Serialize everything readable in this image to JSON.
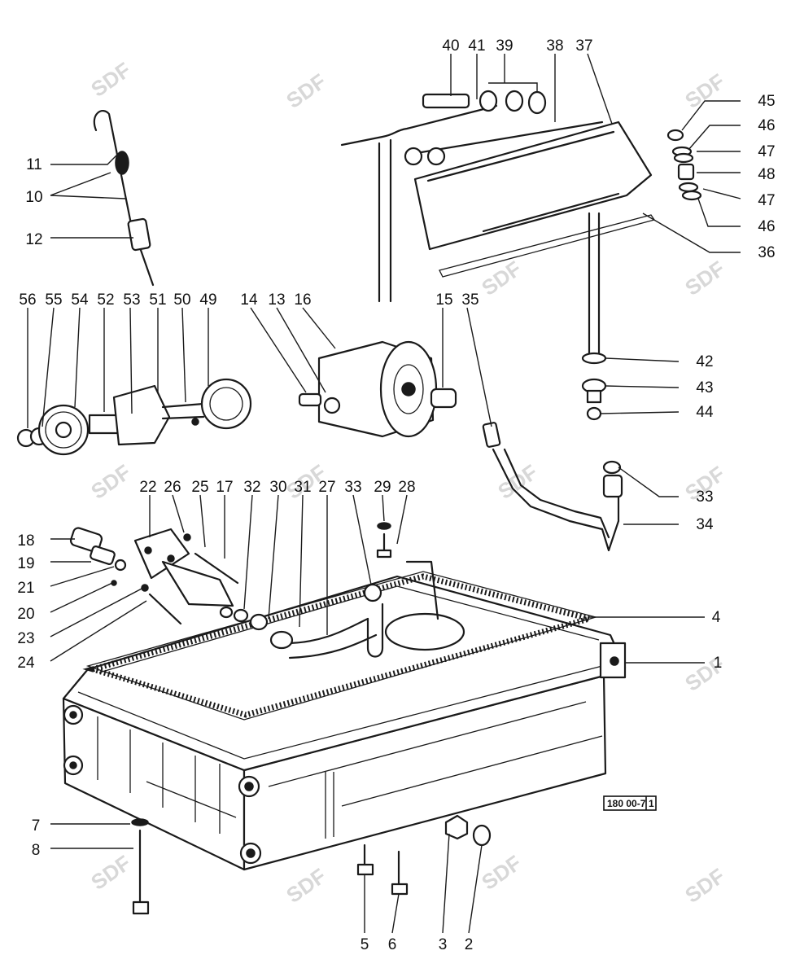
{
  "watermark_text": "SDF",
  "reference": {
    "code": "180 00-7",
    "sheet": "1"
  },
  "callouts": [
    "1",
    "2",
    "3",
    "4",
    "5",
    "6",
    "7",
    "8",
    "10",
    "11",
    "12",
    "13",
    "14",
    "15",
    "16",
    "17",
    "18",
    "19",
    "20",
    "21",
    "22",
    "23",
    "24",
    "25",
    "26",
    "27",
    "28",
    "29",
    "30",
    "31",
    "32",
    "33",
    "34",
    "35",
    "36",
    "37",
    "38",
    "39",
    "40",
    "41",
    "42",
    "43",
    "44",
    "45",
    "46",
    "47",
    "48",
    "49",
    "50",
    "51",
    "52",
    "53",
    "54",
    "55",
    "56"
  ],
  "parts": [
    "oil-pan",
    "plug-washer",
    "drain-plug",
    "pan-gasket",
    "bolt",
    "bolt",
    "washer",
    "bolt",
    "dipstick",
    "dipstick-seal",
    "dipstick-tube",
    "filter-nipple",
    "filter-adapter",
    "oil-filter",
    "filter-union",
    "suction-pipe",
    "pipe-union",
    "pipe-seal",
    "banjo-bolt",
    "washer",
    "flange-gasket",
    "pump-cover",
    "washer",
    "bolt",
    "bolt",
    "washer",
    "oil-pipe",
    "bolt",
    "washer",
    "fitting",
    "pipe",
    "seal",
    "union",
    "oil-line",
    "connector",
    "cover-gasket",
    "oil-cooler-cover",
    "oil-line",
    "banjo-fitting",
    "washer",
    "banjo-bolt",
    "pipe-seal",
    "nut",
    "union",
    "nut",
    "washer",
    "ring",
    "spacer",
    "pump-rotor",
    "key",
    "pump-housing",
    "shaft",
    "pin",
    "gear",
    "washer",
    "nut"
  ]
}
